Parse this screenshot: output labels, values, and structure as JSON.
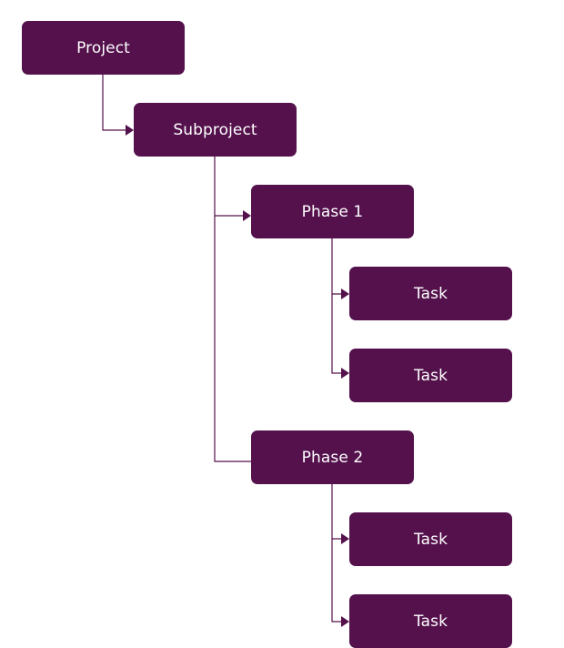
{
  "colors": {
    "node_fill": "#54114c",
    "connector": "#54114c",
    "node_text": "#ffffff"
  },
  "nodes": {
    "project": {
      "label": "Project"
    },
    "subproject": {
      "label": "Subproject"
    },
    "phase1": {
      "label": "Phase 1"
    },
    "task1": {
      "label": "Task"
    },
    "task2": {
      "label": "Task"
    },
    "phase2": {
      "label": "Phase 2"
    },
    "task3": {
      "label": "Task"
    },
    "task4": {
      "label": "Task"
    }
  }
}
